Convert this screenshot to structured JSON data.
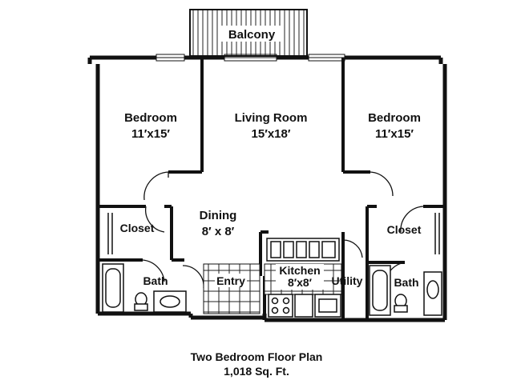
{
  "rooms": {
    "balcony": {
      "name": "Balcony"
    },
    "bedroom_left": {
      "name": "Bedroom",
      "size": "11′x15′"
    },
    "living_room": {
      "name": "Living Room",
      "size": "15′x18′"
    },
    "bedroom_right": {
      "name": "Bedroom",
      "size": "11′x15′"
    },
    "dining": {
      "name": "Dining",
      "size": "8′ x 8′"
    },
    "closet_left": {
      "name": "Closet"
    },
    "closet_right": {
      "name": "Closet"
    },
    "bath_left": {
      "name": "Bath"
    },
    "bath_right": {
      "name": "Bath"
    },
    "entry": {
      "name": "Entry"
    },
    "kitchen": {
      "name": "Kitchen",
      "size": "8′x8′"
    },
    "utility": {
      "name": "Utility"
    }
  },
  "caption": {
    "title": "Two Bedroom Floor Plan",
    "area": "1,018 Sq. Ft."
  }
}
